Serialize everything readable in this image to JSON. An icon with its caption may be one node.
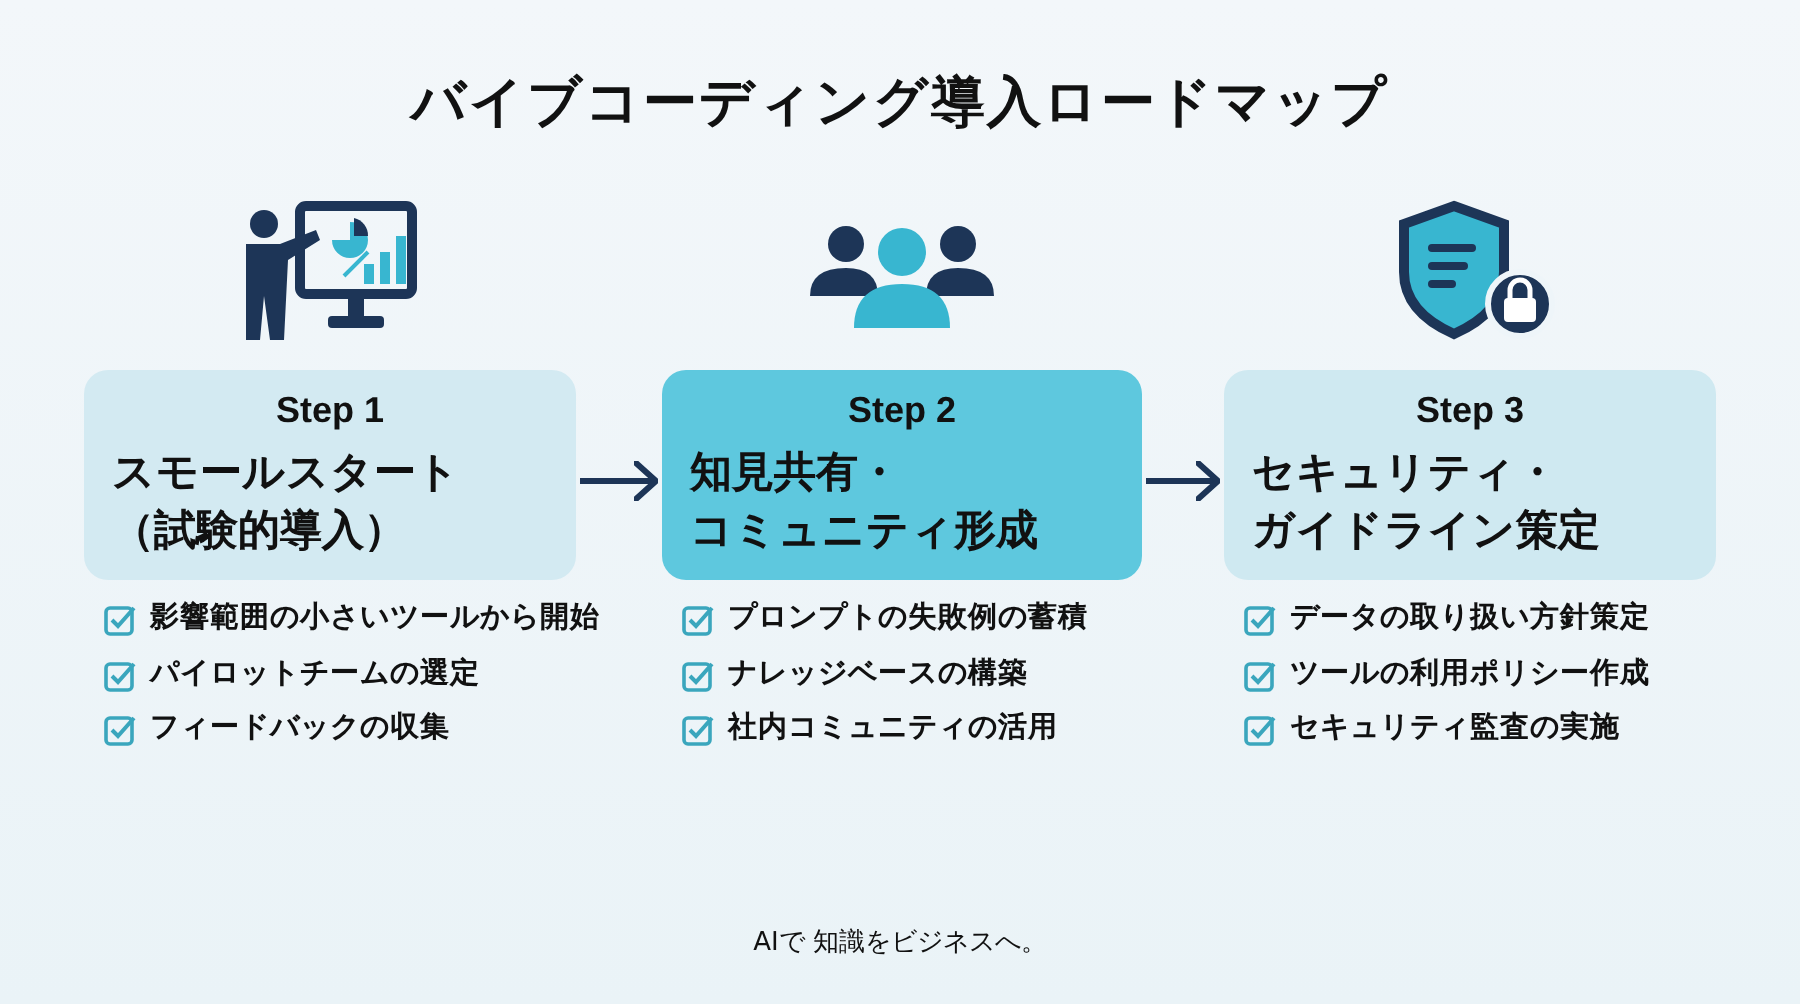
{
  "diagram": {
    "title": "バイブコーディング導入ロードマップ",
    "nodes": [
      {
        "text": [
          "Step 1",
          "スモールスタート（試験的導入）"
        ],
        "beside": [
          "影響範囲の小さいツールから開始",
          "パイロットチームの選定",
          "フィードバックの収集"
        ]
      },
      {
        "text": [
          "Step 2",
          "知見共有・コミュニティ形成"
        ],
        "beside": [
          "プロンプトの失敗例の蓄積",
          "ナレッジベースの構築",
          "社内コミュニティの活用"
        ]
      },
      {
        "text": [
          "Step 3",
          "セキュリティ・ガイドライン策定"
        ],
        "beside": [
          "データの取り扱い方針策定",
          "ツールの利用ポリシー作成",
          "セキュリティ監査の実施"
        ]
      }
    ],
    "edges": [
      {
        "from": 0,
        "to": 1,
        "arrow": "to"
      },
      {
        "from": 1,
        "to": 2,
        "arrow": "to"
      }
    ],
    "labels": [
      "AIで 知識をビジネスへ。"
    ]
  }
}
